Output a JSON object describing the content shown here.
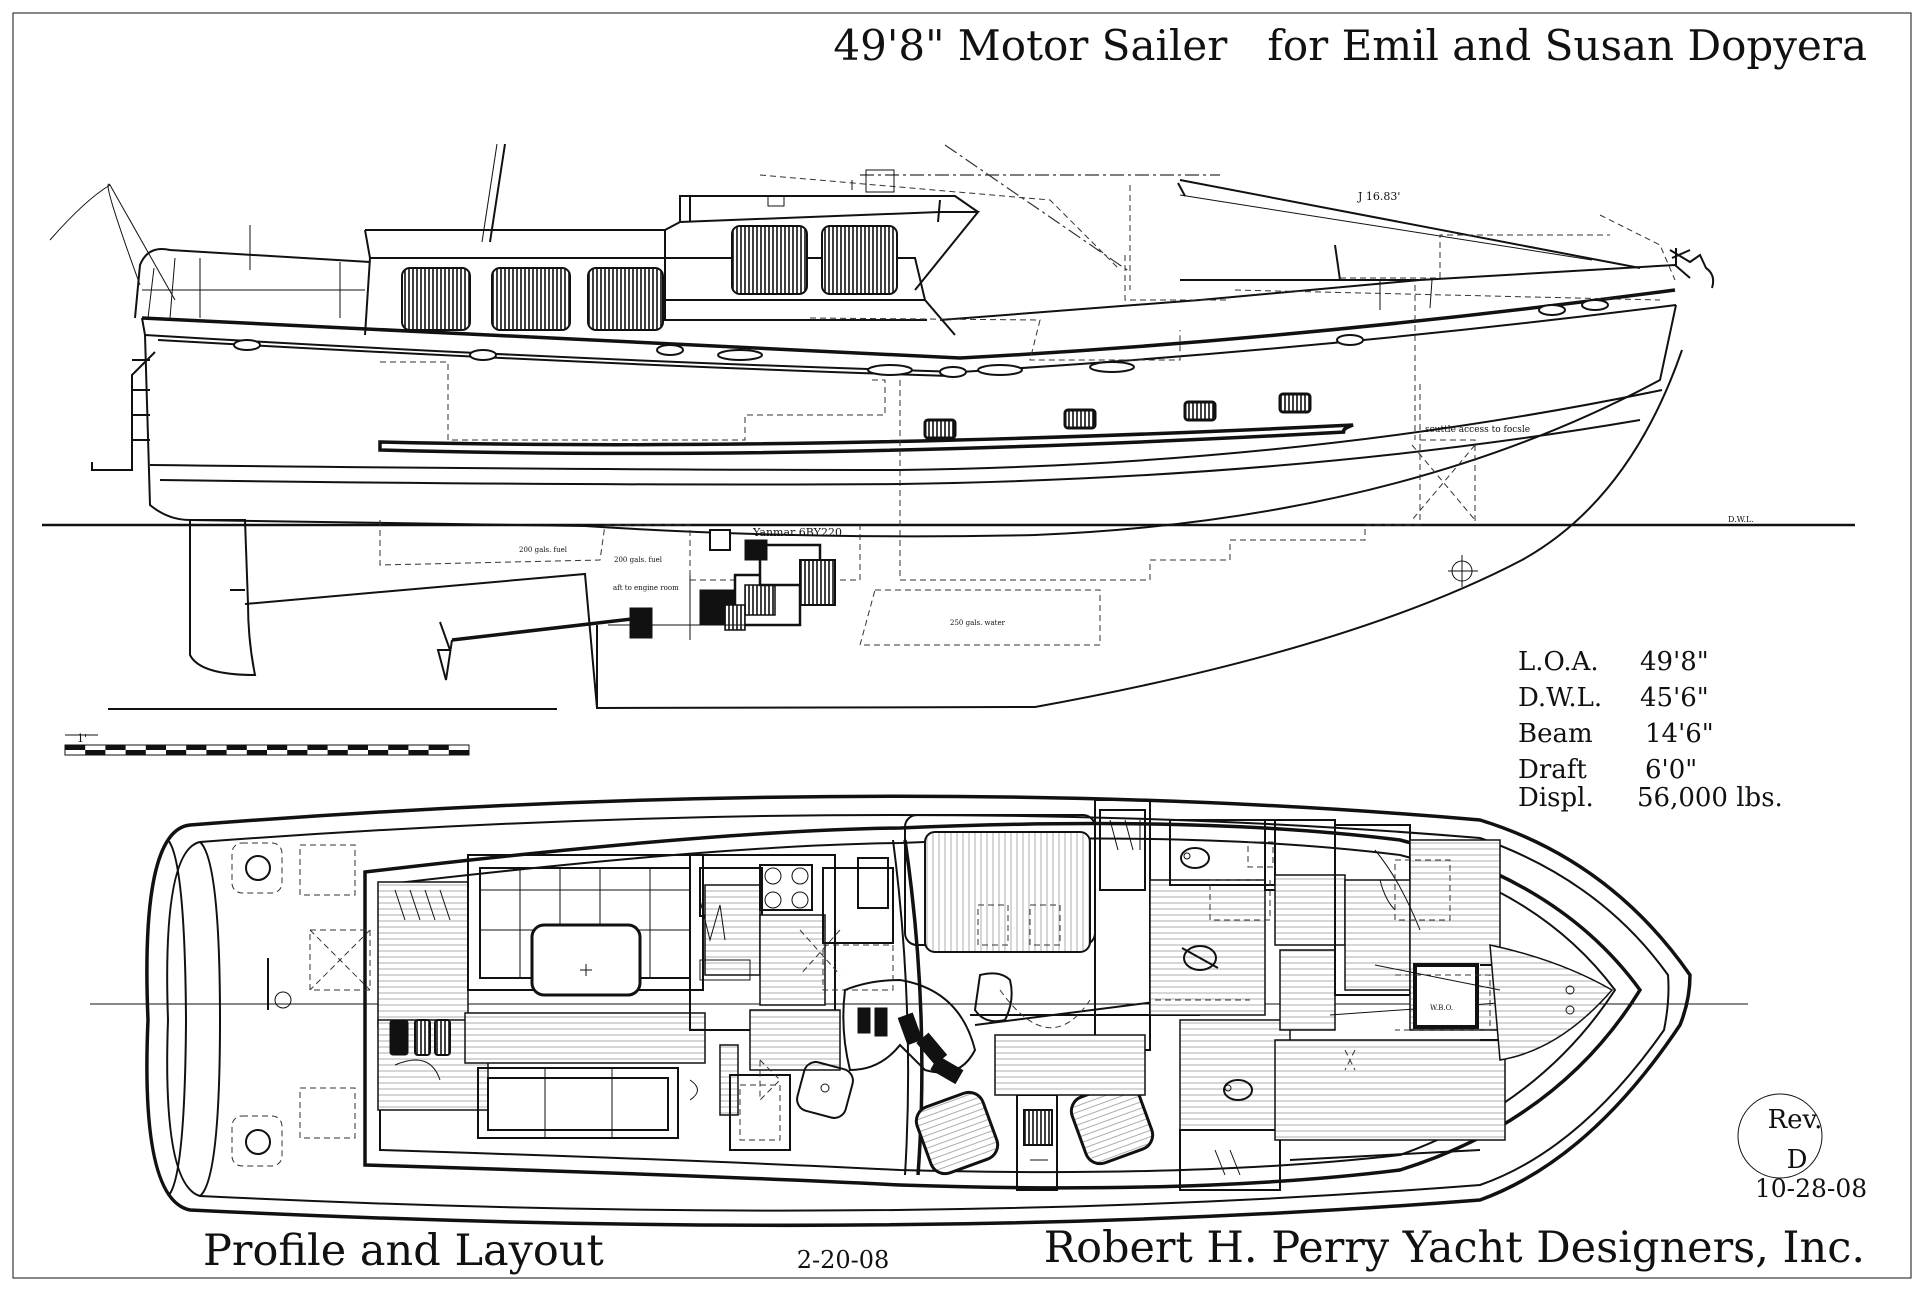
{
  "title": "49'8\" Motor Sailer   for Emil and Susan Dopyera",
  "subtitle": "Profile and Layout",
  "date": "2-20-08",
  "designer": "Robert H. Perry Yacht Designers, Inc.",
  "revision": {
    "label": "Rev.",
    "letter": "D",
    "date": "10-28-08"
  },
  "specs": [
    {
      "label": "L.O.A.",
      "value": "49'8\""
    },
    {
      "label": "D.W.L.",
      "value": "45'6\""
    },
    {
      "label": "Beam",
      "value": "14'6\""
    },
    {
      "label": "Draft",
      "value": "6'0\""
    },
    {
      "label": "Displ.",
      "value": "56,000 lbs."
    }
  ],
  "annotations": {
    "engine": "Yanmar 6BY220",
    "fuel_1": "200 gals. fuel",
    "fuel_2": "200 gals. fuel",
    "engine_room": "aft to engine room",
    "water": "250 gals. water",
    "scuttle": "scuttle access to focsle",
    "dwl": "D.W.L.",
    "boom": "J 16.83'",
    "scale": "1'",
    "hatch": "W.B.O."
  }
}
